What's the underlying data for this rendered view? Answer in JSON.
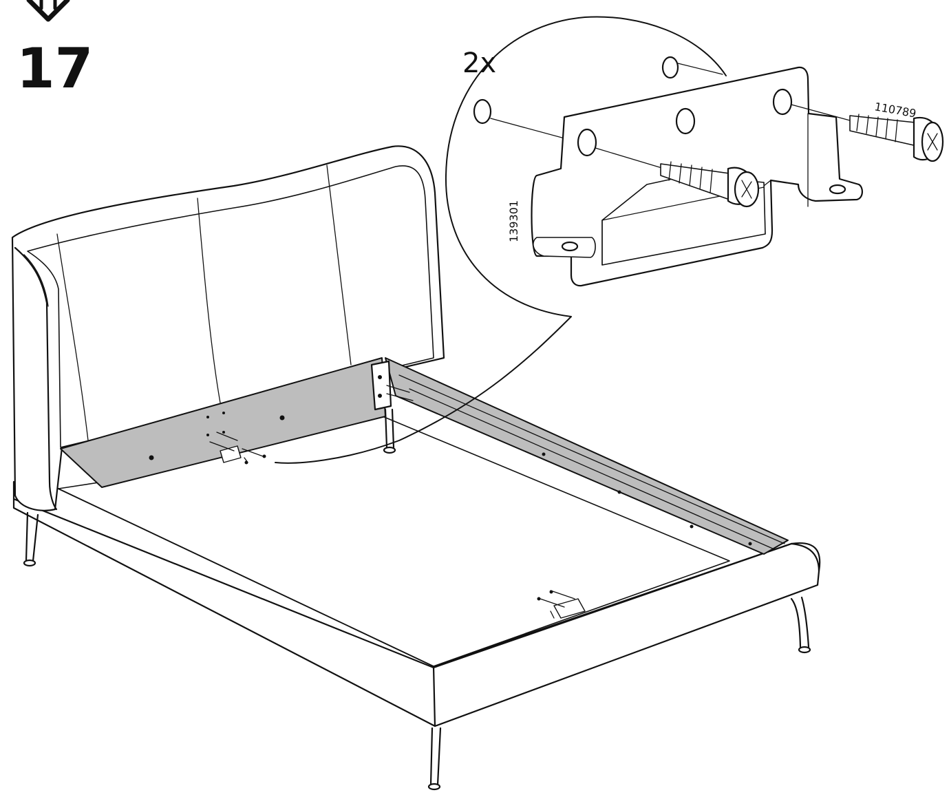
{
  "step": {
    "number": "17"
  },
  "detail": {
    "quantity": "2x",
    "screw_part_number": "110789",
    "bracket_part_number": "139301"
  },
  "icons": {
    "step_indicator": "double-arrow-rotate-icon",
    "screw": "screw-icon",
    "bracket": "bracket-icon",
    "bed": "bed-frame-illustration"
  }
}
